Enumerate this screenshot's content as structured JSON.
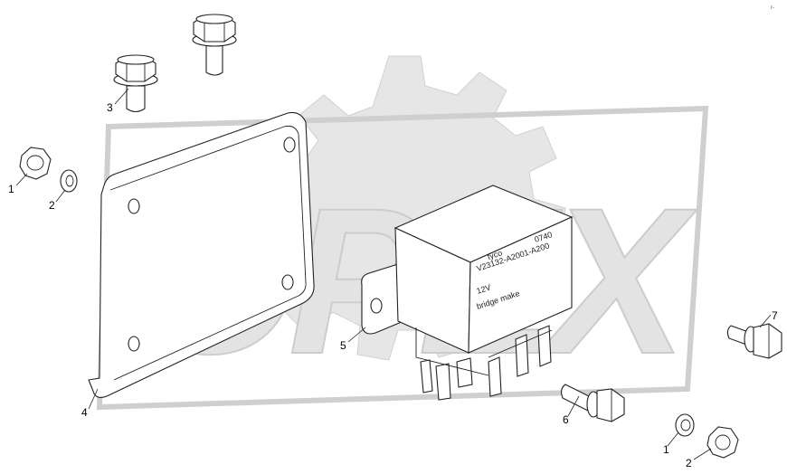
{
  "diagram": {
    "watermark_text": "OPEX",
    "corner_mark": "r-",
    "relay_label": {
      "brand": "tyco",
      "code": "0740",
      "part_number": "V23132-A2001-A200",
      "voltage": "12V",
      "type": "bridge make"
    },
    "callouts": [
      "1",
      "2",
      "3",
      "4",
      "5",
      "6",
      "7",
      "1",
      "2"
    ],
    "colors": {
      "line": "#222222",
      "watermark": "#d9d9d9",
      "background": "#ffffff"
    }
  }
}
